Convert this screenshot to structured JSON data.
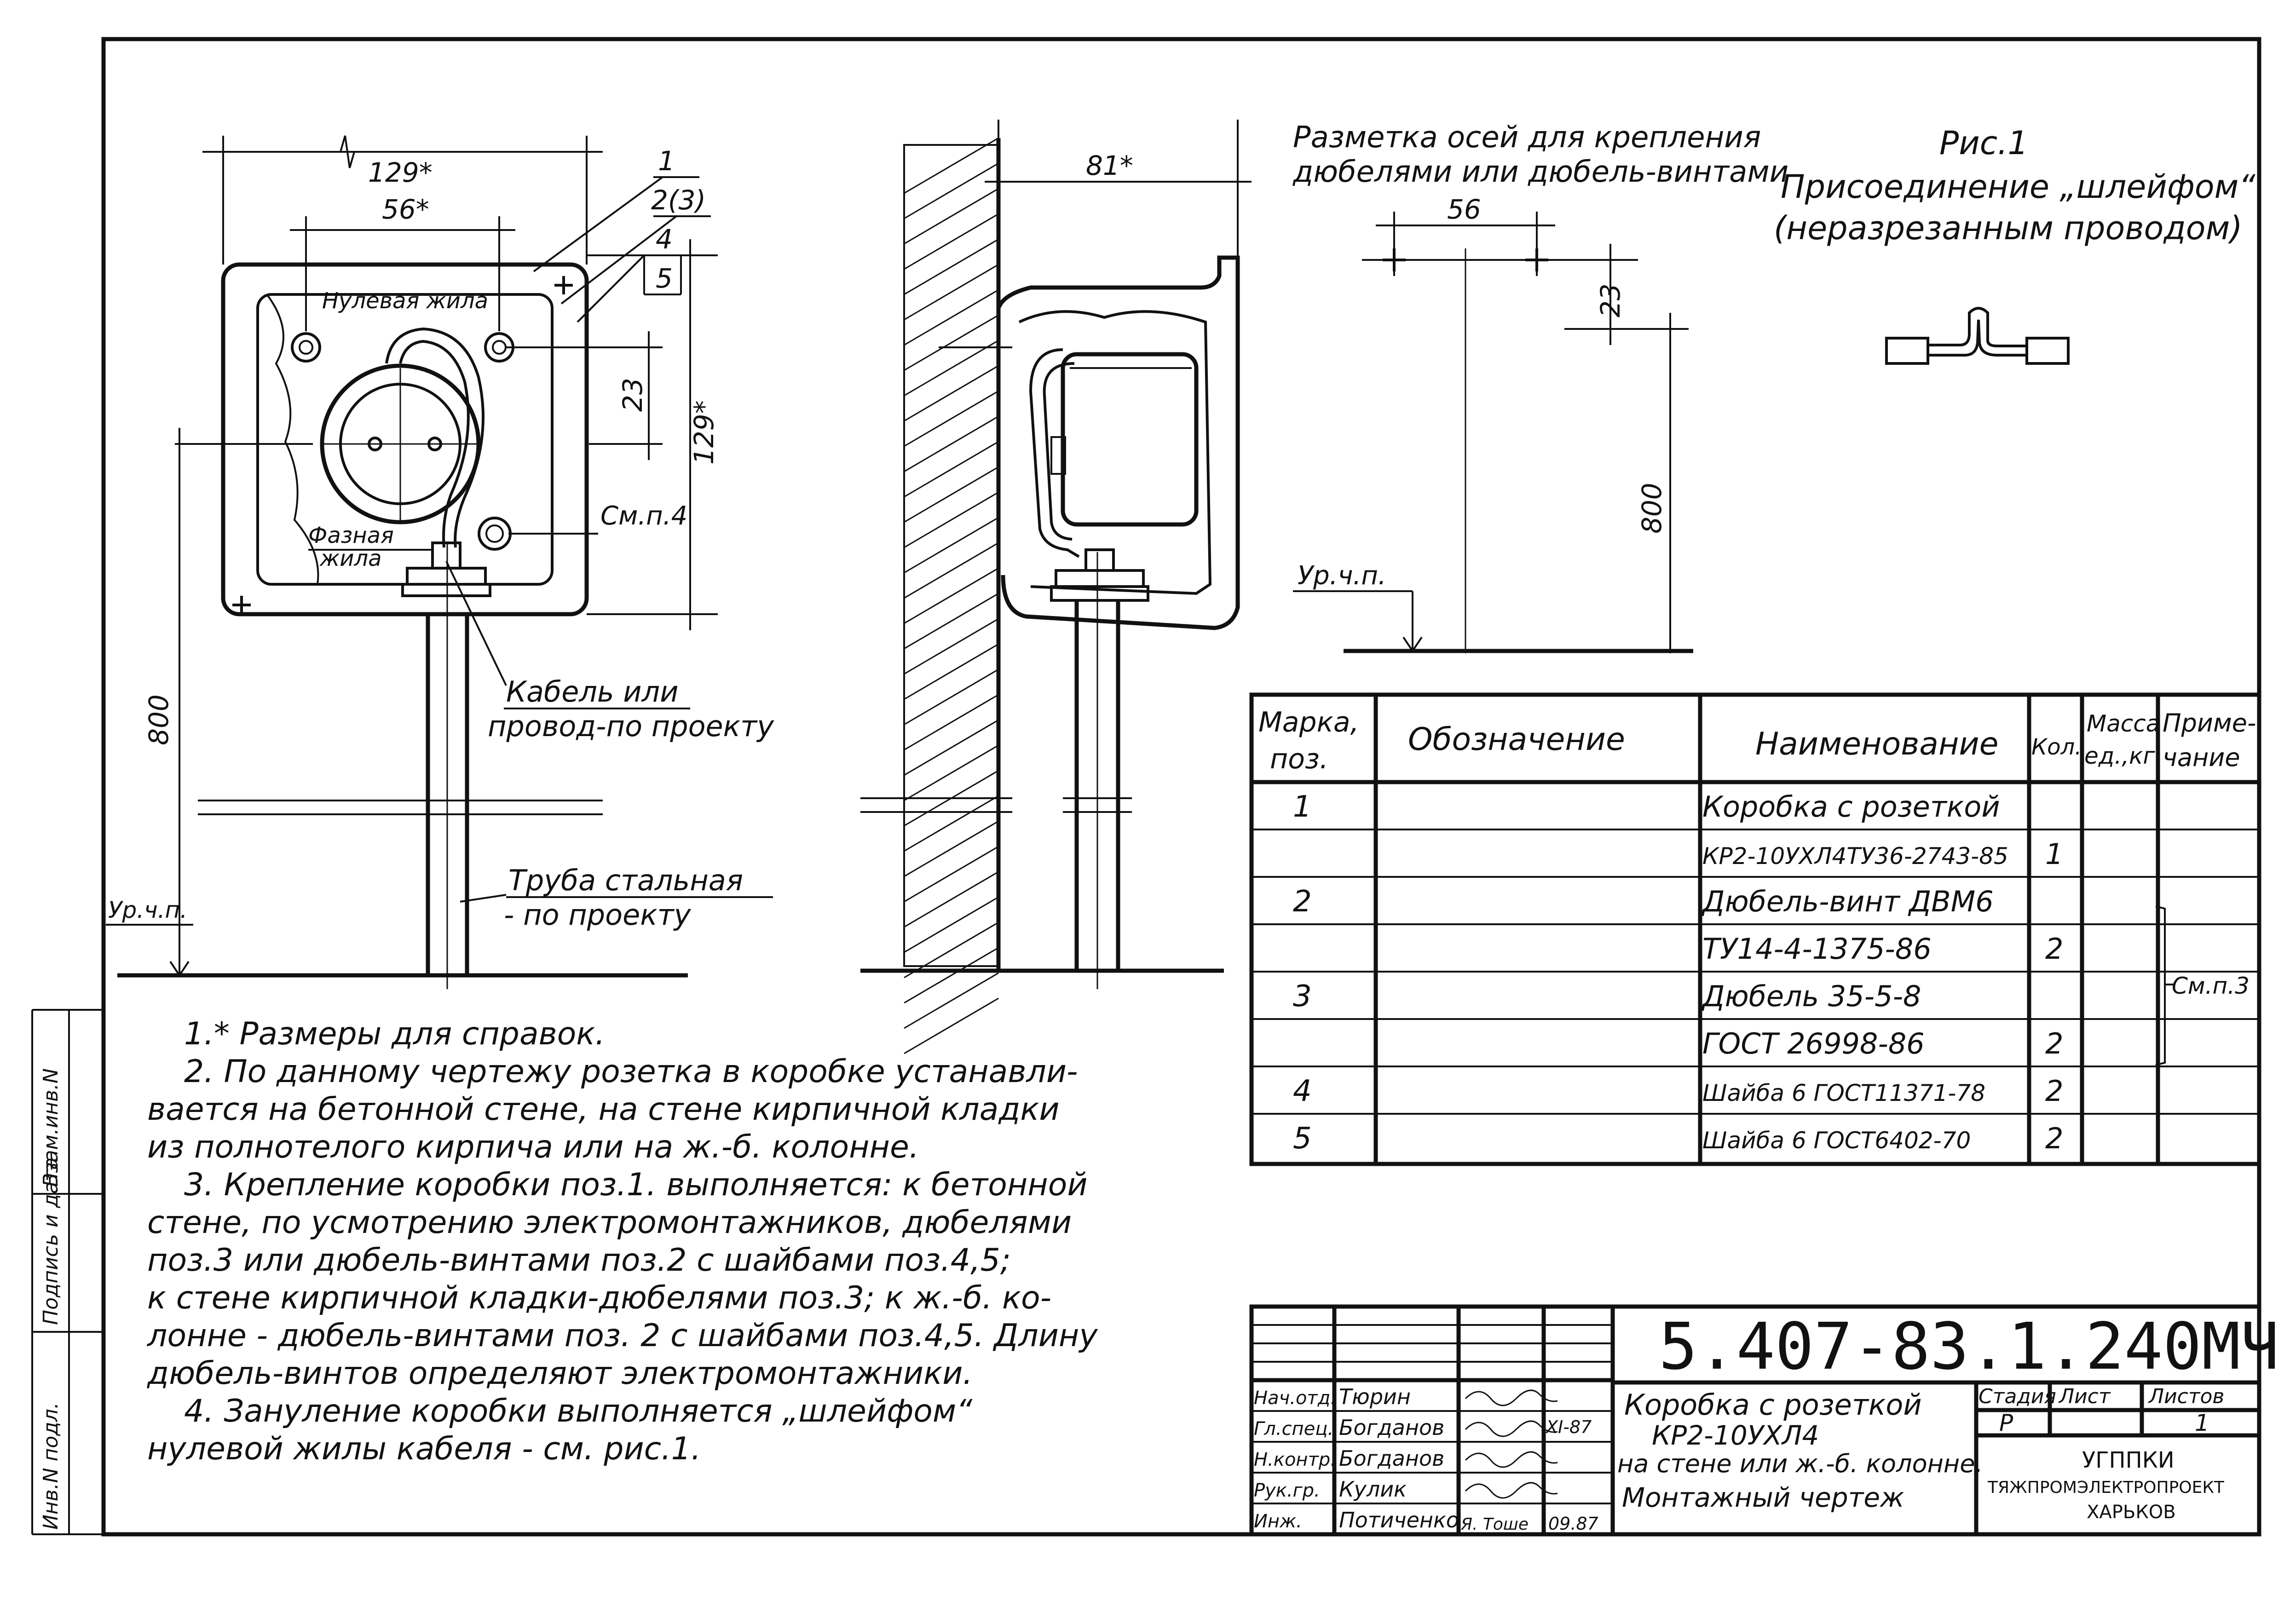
{
  "plan_view": {
    "dim_width": "129*",
    "dim_holes": "56*",
    "dim_height": "129*",
    "dim_offset": "23",
    "dim_mount_height": "800",
    "floor_mark": "Ур.ч.п.",
    "callouts": [
      "1",
      "2(3)",
      "4",
      "5"
    ],
    "label_neutral": "Нулевая жила",
    "label_phase_1": "Фазная",
    "label_phase_2": "жила",
    "label_note_ref": "См.п.4",
    "label_cable_1": "Кабель или",
    "label_cable_2": "провод-по проекту",
    "label_pipe_1": "Труба стальная",
    "label_pipe_2": "- по проекту"
  },
  "side_view": {
    "dim_depth": "81*"
  },
  "axes_markup": {
    "title_1": "Разметка осей для крепления",
    "title_2": "дюбелями или дюбель-винтами",
    "dim_holes": "56",
    "dim_offset": "23",
    "dim_height": "800",
    "floor_mark": "Ур.ч.п."
  },
  "figure_1": {
    "title": "Рис.1",
    "caption_1": "Присоединение „шлейфом“",
    "caption_2": "(неразрезанным проводом)"
  },
  "spec_table": {
    "headers": {
      "mark_1": "Марка,",
      "mark_2": "поз.",
      "designation": "Обозначение",
      "name": "Наименование",
      "qty": "Кол.",
      "mass_1": "Масса",
      "mass_2": "ед.,кг",
      "note_1": "Приме-",
      "note_2": "чание"
    },
    "rows": [
      {
        "pos": "1",
        "name": "Коробка с розеткой",
        "qty": ""
      },
      {
        "pos": "",
        "name": "КР2-10УХЛ4ТУ36-2743-85",
        "qty": "1"
      },
      {
        "pos": "2",
        "name": "Дюбель-винт ДВМ6",
        "qty": ""
      },
      {
        "pos": "",
        "name": "ТУ14-4-1375-86",
        "qty": "2"
      },
      {
        "pos": "3",
        "name": "Дюбель 35-5-8",
        "qty": ""
      },
      {
        "pos": "",
        "name": "ГОСТ 26998-86",
        "qty": "2"
      },
      {
        "pos": "4",
        "name": "Шайба 6 ГОСТ11371-78",
        "qty": "2"
      },
      {
        "pos": "5",
        "name": "Шайба 6 ГОСТ6402-70",
        "qty": "2"
      }
    ],
    "note_ref": "См.п.3"
  },
  "notes": [
    "1.* Размеры для справок.",
    "2. По данному чертежу розетка в коробке устанавли-",
    "вается на бетонной стене, на стене кирпичной кладки",
    "из полнотелого кирпича или на ж.-б. колонне.",
    "3. Крепление коробки поз.1. выполняется: к бетонной",
    "стене, по усмотрению электромонтажников, дюбелями",
    "поз.3 или дюбель-винтами поз.2 с шайбами поз.4,5;",
    "к стене кирпичной кладки-дюбелями поз.3; к ж.-б. ко-",
    "лонне - дюбель-винтами поз. 2 с шайбами поз.4,5. Длину",
    "дюбель-винтов определяют электромонтажники.",
    "4. Зануление коробки выполняется „шлейфом“",
    "нулевой жилы кабеля - см. рис.1."
  ],
  "side_stamp": [
    "Инв.N подл.",
    "Подпись и дата",
    "Взам.инв.N"
  ],
  "title_block": {
    "doc_number": "5.407-83.1.240МЧ",
    "roles": [
      "Нач.отд.",
      "Гл.спец.",
      "Н.контр.",
      "Рук.гр.",
      "Инж."
    ],
    "names": [
      "Тюрин",
      "Богданов",
      "Богданов",
      "Кулик",
      "Потиченко"
    ],
    "signature_date": "XI-87",
    "inzh_sign_note": "Я. Тоше",
    "inzh_date": "09.87",
    "title_1": "Коробка с розеткой",
    "title_2": "КР2-10УХЛ4",
    "title_3": "на стене или ж.-б. колонне.",
    "title_4": "Монтажный чертеж",
    "stage_label": "Стадия",
    "sheet_label": "Лист",
    "sheets_label": "Листов",
    "stage_value": "Р",
    "sheets_value": "1",
    "org_1": "УГППКИ",
    "org_2": "ТЯЖПРОМЭЛЕКТРОПРОЕКТ",
    "org_3": "ХАРЬКОВ"
  }
}
